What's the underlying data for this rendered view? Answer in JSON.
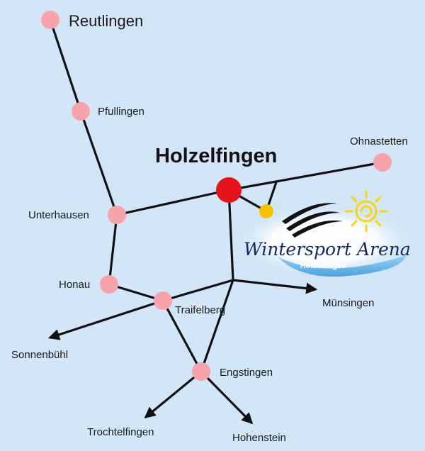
{
  "map": {
    "background": "#d2e6f7",
    "colors": {
      "town_node": "#f7a3ac",
      "main_node": "#e6121c",
      "arena_node": "#f7c300",
      "road": "#111111",
      "logo_glow": "#ffffff",
      "logo_text": "#12295e",
      "sun": "#f7d417"
    },
    "title": "Holzelfingen",
    "places": {
      "reutlingen": "Reutlingen",
      "pfullingen": "Pfullingen",
      "ohnastetten": "Ohnastetten",
      "unterhausen": "Unterhausen",
      "honau": "Honau",
      "traifelberg": "Traifelberg",
      "muensingen": "Münsingen",
      "sonnenbuehl": "Sonnenbühl",
      "engstingen": "Engstingen",
      "trochtelfingen": "Trochtelfingen",
      "hohenstein": "Hohenstein"
    },
    "logo": {
      "name": "Wintersport Arena",
      "subtitle": "Holzelfingen",
      "icons": [
        "sun-icon",
        "ski-tracks-icon"
      ]
    }
  }
}
